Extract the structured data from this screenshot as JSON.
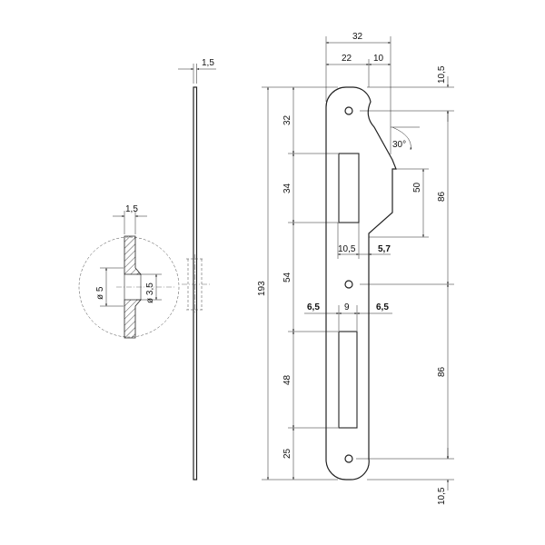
{
  "dimensions": {
    "top_width": "32",
    "top_left": "22",
    "top_right": "10",
    "top_offset": "10,5",
    "bottom_offset": "10,5",
    "total_height": "193",
    "seg_1": "32",
    "seg_2": "34",
    "seg_3": "54",
    "seg_4": "48",
    "seg_5": "25",
    "angle": "30°",
    "recess_height": "50",
    "upper_spacing": "86",
    "lower_spacing": "86",
    "slot_width": "10,5",
    "latch_offset": "5,7",
    "edge_left": "6,5",
    "lower_slot_width": "9",
    "edge_right": "6,5",
    "thickness": "1,5",
    "detail_thickness": "1,5",
    "hole_outer": "ø 5",
    "hole_inner": "ø 3,5"
  }
}
